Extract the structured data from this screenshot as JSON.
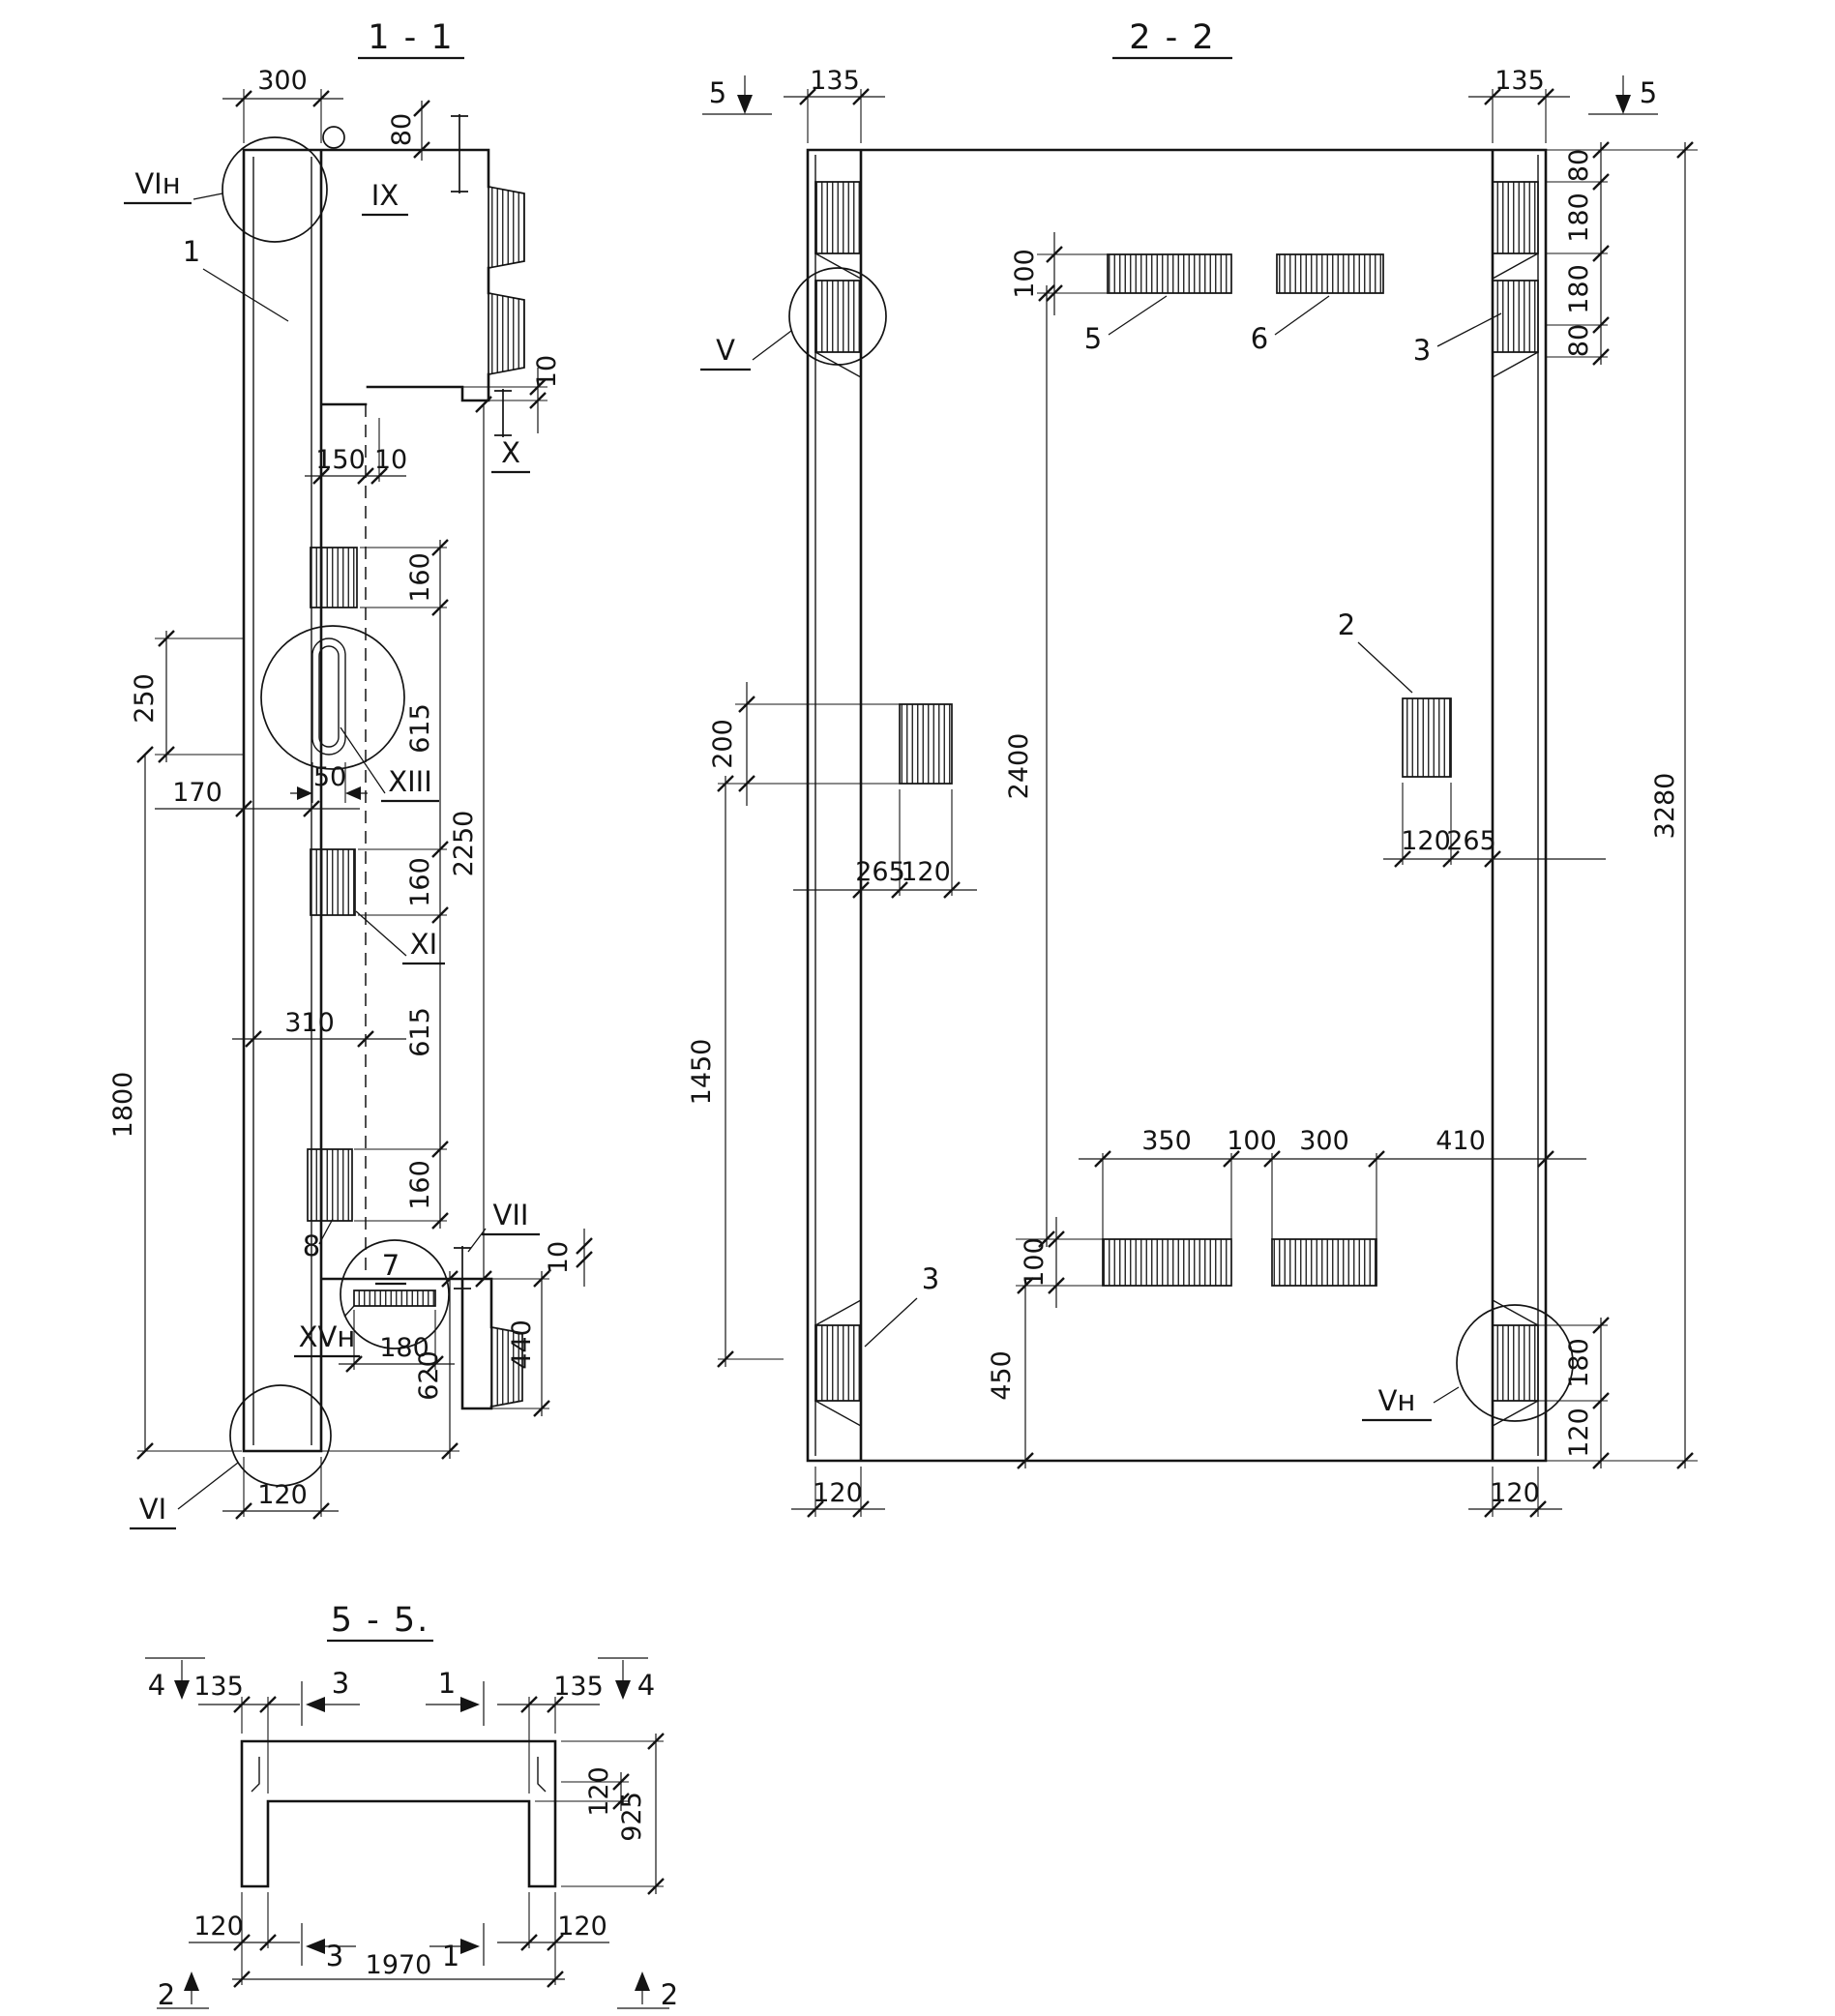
{
  "sections": {
    "s11": {
      "title": "1 - 1",
      "dims": {
        "d300": "300",
        "d80": "80",
        "d10_top": "10",
        "d150": "150",
        "d10_mid": "10",
        "d160_1": "160",
        "d615_1": "615",
        "d160_2": "160",
        "d615_2": "615",
        "d160_3": "160",
        "d2250": "2250",
        "d250": "250",
        "d1800": "1800",
        "d170": "170",
        "d50": "50",
        "d310": "310",
        "d180": "180",
        "d440": "440",
        "d620": "620",
        "d10_bot": "10",
        "d120": "120"
      },
      "labels": {
        "vi_n": "VIн",
        "ix": "IX",
        "x": "X",
        "xiii": "XIII",
        "xi": "XI",
        "vii": "VII",
        "xv_n": "XVн",
        "vi": "VI",
        "part1": "1",
        "part7": "7",
        "part8": "8"
      }
    },
    "s22": {
      "title": "2 - 2",
      "dims": {
        "d135_l": "135",
        "d135_r": "135",
        "d80_t": "80",
        "d180_t1": "180",
        "d180_t2": "180",
        "d80_t2": "80",
        "d3280": "3280",
        "d100_t": "100",
        "d200": "200",
        "d2400": "2400",
        "d265_l": "265",
        "d120_l": "120",
        "d120_r": "120",
        "d265_r": "265",
        "d1450": "1450",
        "d350": "350",
        "d100_m": "100",
        "d300": "300",
        "d410": "410",
        "d100_b": "100",
        "d450": "450",
        "d180_b": "180",
        "d120_b": "120",
        "d120_bl": "120",
        "d120_br": "120"
      },
      "labels": {
        "v": "V",
        "v_n": "Vн",
        "part2": "2",
        "part3_t": "3",
        "part3_b": "3",
        "part5": "5",
        "part6": "6",
        "sec5_l": "5",
        "sec5_r": "5"
      }
    },
    "s55": {
      "title": "5 - 5.",
      "dims": {
        "d135_l": "135",
        "d135_r": "135",
        "d120_t": "120",
        "d925": "925",
        "d120_bl": "120",
        "d120_br": "120",
        "d1970": "1970"
      },
      "labels": {
        "sec4_l": "4",
        "sec4_r": "4",
        "sec3_t": "3",
        "sec1_t": "1",
        "sec3_b": "3",
        "sec1_b": "1",
        "sec2_l": "2",
        "sec2_r": "2"
      }
    }
  }
}
